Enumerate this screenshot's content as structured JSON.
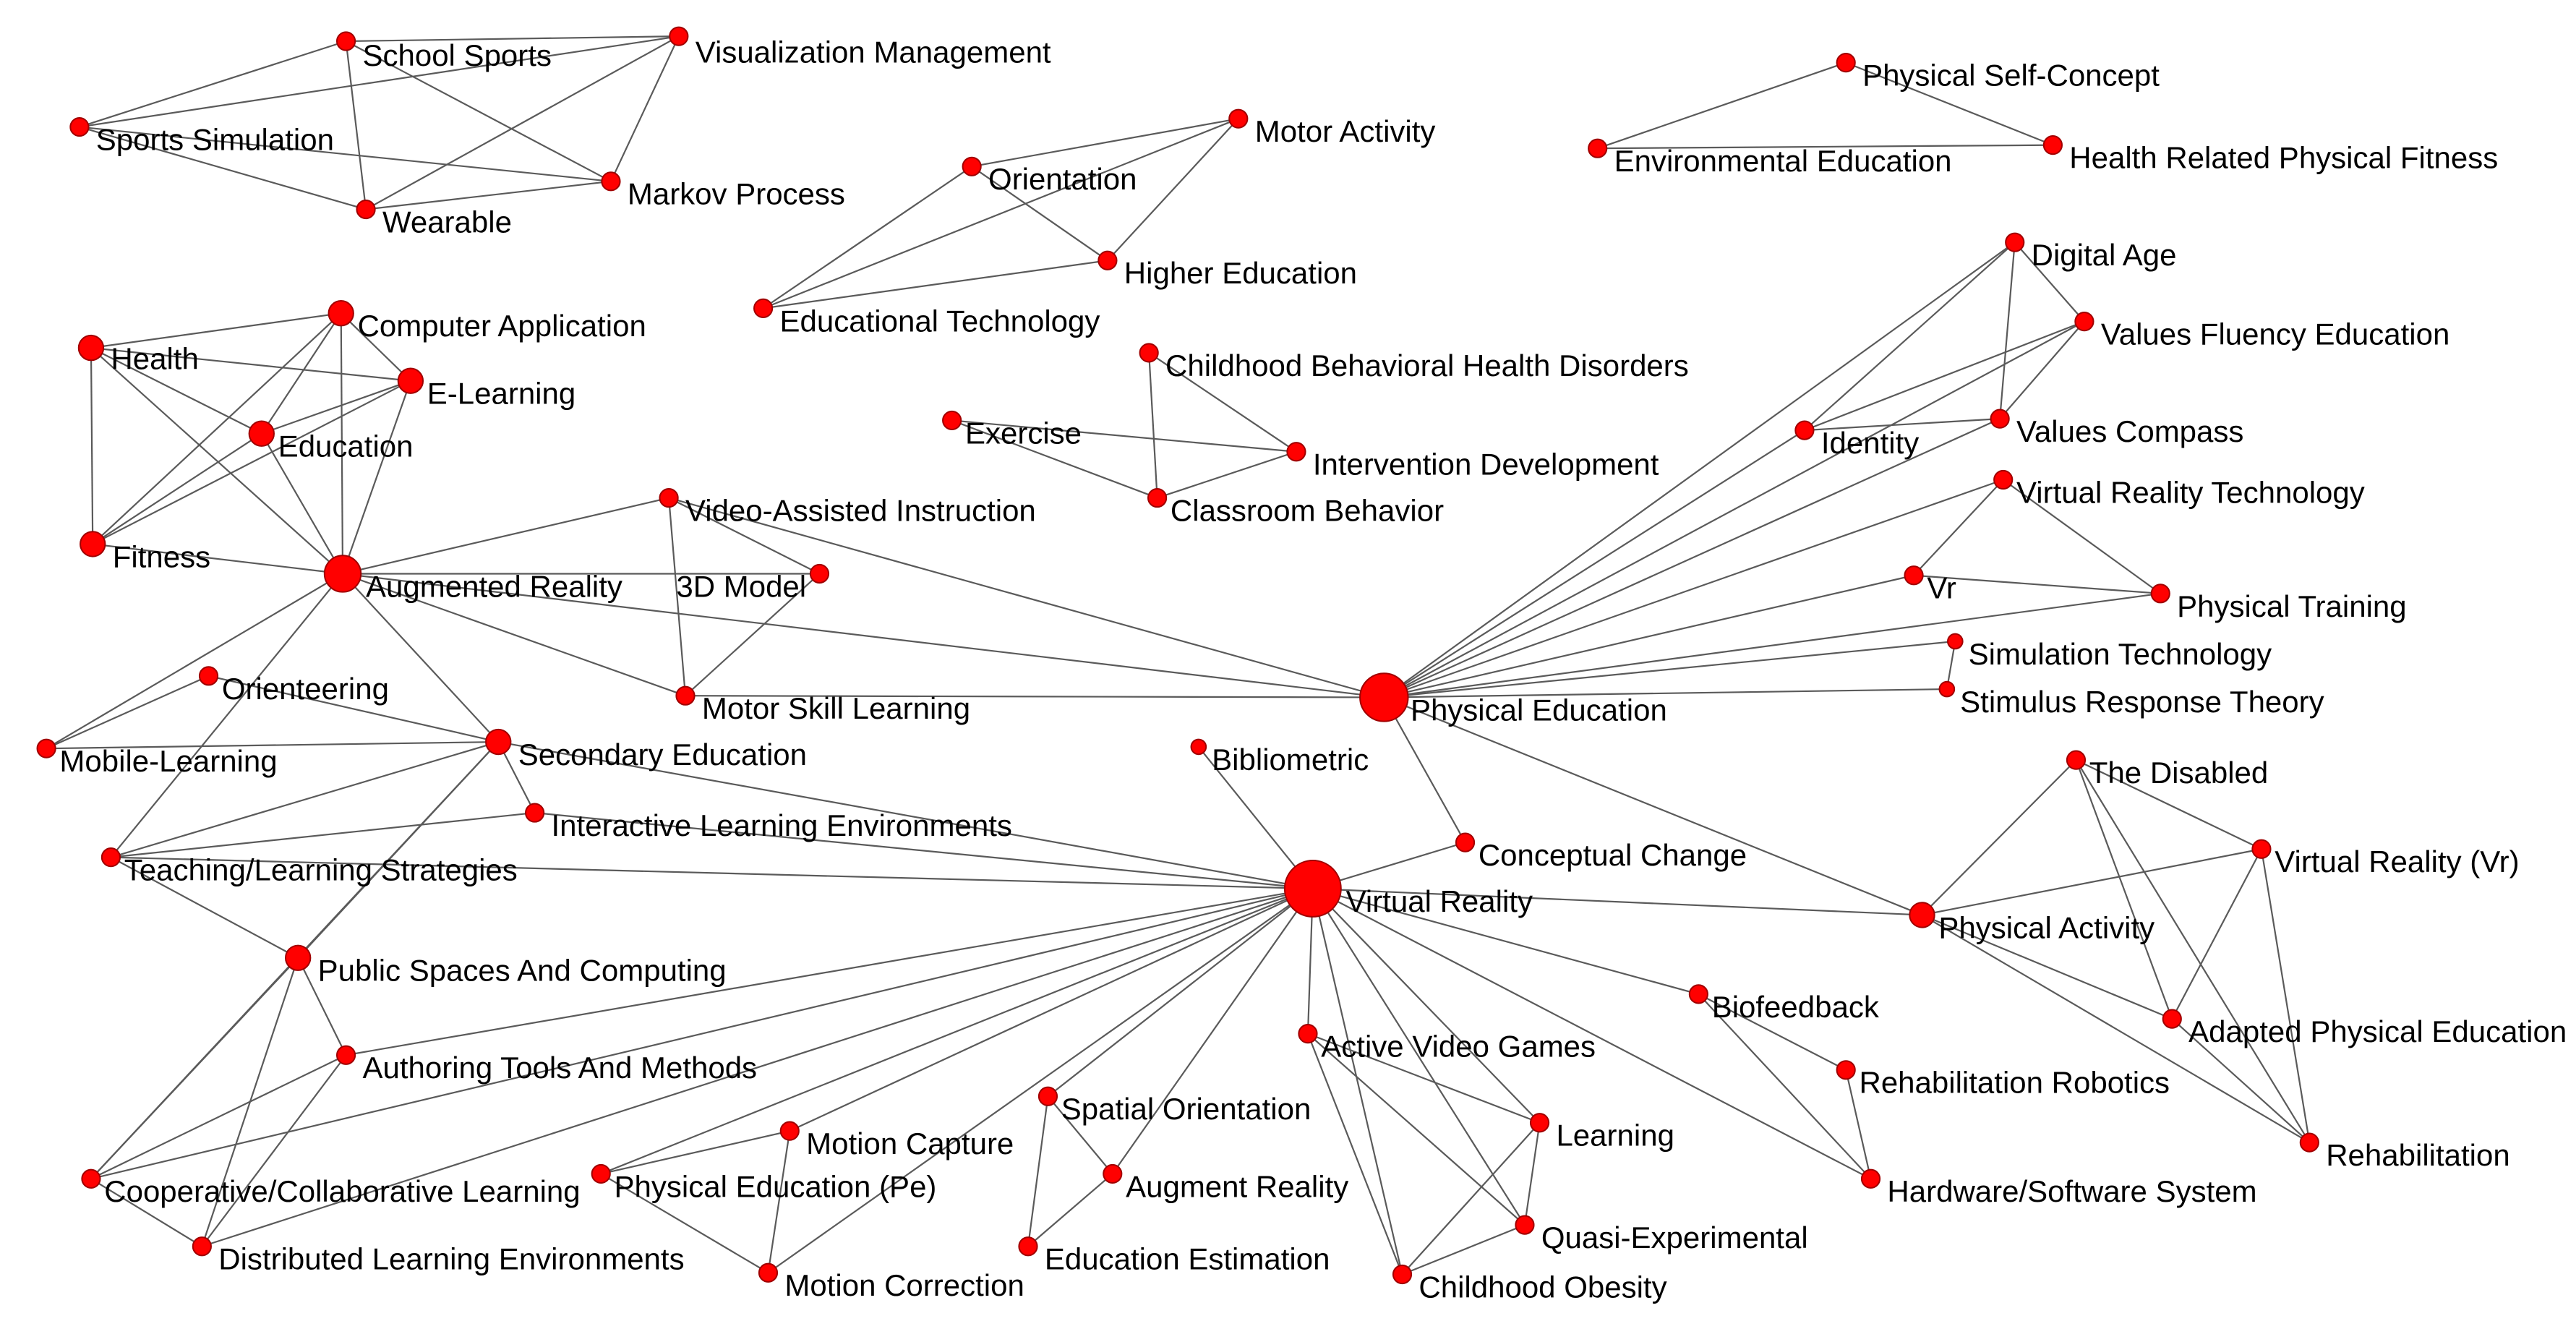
{
  "style": {
    "node_color": "#ff0000",
    "edge_color": "#5a5a5a",
    "strong_edge_color": "#000000"
  },
  "nodes": [
    {
      "id": "school-sports",
      "label": "School Sports",
      "size": "small"
    },
    {
      "id": "visualization-management",
      "label": "Visualization Management",
      "size": "small"
    },
    {
      "id": "sports-simulation",
      "label": "Sports Simulation",
      "size": "small"
    },
    {
      "id": "markov-process",
      "label": "Markov Process",
      "size": "small"
    },
    {
      "id": "wearable",
      "label": "Wearable",
      "size": "small"
    },
    {
      "id": "motor-activity",
      "label": "Motor Activity",
      "size": "small"
    },
    {
      "id": "orientation",
      "label": "Orientation",
      "size": "small"
    },
    {
      "id": "higher-education",
      "label": "Higher Education",
      "size": "small"
    },
    {
      "id": "educational-technology",
      "label": "Educational Technology",
      "size": "small"
    },
    {
      "id": "physical-self-concept",
      "label": "Physical Self-Concept",
      "size": "small"
    },
    {
      "id": "environmental-education",
      "label": "Environmental Education",
      "size": "small"
    },
    {
      "id": "health-related-physical-fitness",
      "label": "Health Related Physical Fitness",
      "size": "small"
    },
    {
      "id": "computer-application",
      "label": "Computer Application",
      "size": "medium"
    },
    {
      "id": "health",
      "label": "Health",
      "size": "medium"
    },
    {
      "id": "e-learning",
      "label": "E-Learning",
      "size": "medium"
    },
    {
      "id": "education",
      "label": "Education",
      "size": "medium"
    },
    {
      "id": "fitness",
      "label": "Fitness",
      "size": "medium"
    },
    {
      "id": "augmented-reality",
      "label": "Augmented Reality",
      "size": "large"
    },
    {
      "id": "video-assisted-instruction",
      "label": "Video-Assisted Instruction",
      "size": "small"
    },
    {
      "id": "3d-model",
      "label": "3D Model",
      "size": "small"
    },
    {
      "id": "motor-skill-learning",
      "label": "Motor Skill Learning",
      "size": "small"
    },
    {
      "id": "orienteering",
      "label": "Orienteering",
      "size": "small"
    },
    {
      "id": "mobile-learning",
      "label": "Mobile-Learning",
      "size": "small"
    },
    {
      "id": "secondary-education",
      "label": "Secondary Education",
      "size": "medium"
    },
    {
      "id": "interactive-learning-environments",
      "label": "Interactive Learning Environments",
      "size": "small"
    },
    {
      "id": "teaching-learning-strategies",
      "label": "Teaching/Learning Strategies",
      "size": "small"
    },
    {
      "id": "public-spaces-and-computing",
      "label": "Public Spaces And Computing",
      "size": "medium"
    },
    {
      "id": "authoring-tools-and-methods",
      "label": "Authoring Tools And Methods",
      "size": "small"
    },
    {
      "id": "cooperative-collaborative-learning",
      "label": "Cooperative/Collaborative Learning",
      "size": "small"
    },
    {
      "id": "distributed-learning-environments",
      "label": "Distributed Learning Environments",
      "size": "small"
    },
    {
      "id": "childhood-behavioral-health-disorders",
      "label": "Childhood Behavioral Health Disorders",
      "size": "small"
    },
    {
      "id": "exercise",
      "label": "Exercise",
      "size": "small"
    },
    {
      "id": "intervention-development",
      "label": "Intervention Development",
      "size": "small"
    },
    {
      "id": "classroom-behavior",
      "label": "Classroom Behavior",
      "size": "small"
    },
    {
      "id": "digital-age",
      "label": "Digital Age",
      "size": "small"
    },
    {
      "id": "values-fluency-education",
      "label": "Values Fluency Education",
      "size": "small"
    },
    {
      "id": "identity",
      "label": "Identity",
      "size": "small"
    },
    {
      "id": "values-compass",
      "label": "Values Compass",
      "size": "small"
    },
    {
      "id": "virtual-reality-technology",
      "label": "Virtual Reality Technology",
      "size": "small"
    },
    {
      "id": "vr",
      "label": "Vr",
      "size": "small"
    },
    {
      "id": "physical-training",
      "label": "Physical Training",
      "size": "small"
    },
    {
      "id": "simulation-technology",
      "label": "Simulation Technology",
      "size": "tiny"
    },
    {
      "id": "stimulus-response-theory",
      "label": "Stimulus Response Theory",
      "size": "tiny"
    },
    {
      "id": "physical-education",
      "label": "Physical Education",
      "size": "xlarge"
    },
    {
      "id": "bibliometric",
      "label": "Bibliometric",
      "size": "tiny"
    },
    {
      "id": "virtual-reality",
      "label": "Virtual Reality",
      "size": "xxlarge"
    },
    {
      "id": "conceptual-change",
      "label": "Conceptual Change",
      "size": "small"
    },
    {
      "id": "the-disabled",
      "label": "The Disabled",
      "size": "small"
    },
    {
      "id": "virtual-reality-vr",
      "label": "Virtual Reality (Vr)",
      "size": "small"
    },
    {
      "id": "physical-activity",
      "label": "Physical Activity",
      "size": "medium"
    },
    {
      "id": "adapted-physical-education",
      "label": "Adapted Physical Education",
      "size": "small"
    },
    {
      "id": "rehabilitation",
      "label": "Rehabilitation",
      "size": "small"
    },
    {
      "id": "biofeedback",
      "label": "Biofeedback",
      "size": "small"
    },
    {
      "id": "rehabilitation-robotics",
      "label": "Rehabilitation Robotics",
      "size": "small"
    },
    {
      "id": "hardware-software-system",
      "label": "Hardware/Software System",
      "size": "small"
    },
    {
      "id": "active-video-games",
      "label": "Active Video Games",
      "size": "small"
    },
    {
      "id": "learning",
      "label": "Learning",
      "size": "small"
    },
    {
      "id": "quasi-experimental",
      "label": "Quasi-Experimental",
      "size": "small"
    },
    {
      "id": "childhood-obesity",
      "label": "Childhood Obesity",
      "size": "small"
    },
    {
      "id": "spatial-orientation",
      "label": "Spatial Orientation",
      "size": "small"
    },
    {
      "id": "augment-reality",
      "label": "Augment Reality",
      "size": "small"
    },
    {
      "id": "education-estimation",
      "label": "Education Estimation",
      "size": "small"
    },
    {
      "id": "motion-capture",
      "label": "Motion Capture",
      "size": "small"
    },
    {
      "id": "physical-education-pe",
      "label": "Physical Education (Pe)",
      "size": "small"
    },
    {
      "id": "motion-correction",
      "label": "Motion Correction",
      "size": "small"
    }
  ],
  "edges": [
    [
      "school-sports",
      "visualization-management"
    ],
    [
      "school-sports",
      "sports-simulation"
    ],
    [
      "school-sports",
      "wearable"
    ],
    [
      "school-sports",
      "markov-process"
    ],
    [
      "visualization-management",
      "sports-simulation"
    ],
    [
      "visualization-management",
      "wearable"
    ],
    [
      "visualization-management",
      "markov-process"
    ],
    [
      "sports-simulation",
      "markov-process"
    ],
    [
      "sports-simulation",
      "wearable"
    ],
    [
      "wearable",
      "markov-process"
    ],
    [
      "orientation",
      "motor-activity"
    ],
    [
      "orientation",
      "higher-education"
    ],
    [
      "orientation",
      "educational-technology"
    ],
    [
      "motor-activity",
      "educational-technology"
    ],
    [
      "motor-activity",
      "higher-education"
    ],
    [
      "educational-technology",
      "higher-education"
    ],
    [
      "physical-self-concept",
      "environmental-education"
    ],
    [
      "physical-self-concept",
      "health-related-physical-fitness"
    ],
    [
      "environmental-education",
      "health-related-physical-fitness"
    ],
    [
      "health",
      "computer-application"
    ],
    [
      "health",
      "e-learning"
    ],
    [
      "health",
      "education"
    ],
    [
      "health",
      "fitness"
    ],
    [
      "health",
      "augmented-reality"
    ],
    [
      "computer-application",
      "education"
    ],
    [
      "computer-application",
      "fitness"
    ],
    [
      "computer-application",
      "augmented-reality"
    ],
    [
      "computer-application",
      "e-learning"
    ],
    [
      "e-learning",
      "education"
    ],
    [
      "e-learning",
      "fitness"
    ],
    [
      "e-learning",
      "augmented-reality"
    ],
    [
      "education",
      "fitness"
    ],
    [
      "education",
      "augmented-reality"
    ],
    [
      "fitness",
      "augmented-reality"
    ],
    [
      "augmented-reality",
      "video-assisted-instruction"
    ],
    [
      "augmented-reality",
      "3d-model"
    ],
    [
      "augmented-reality",
      "motor-skill-learning"
    ],
    [
      "augmented-reality",
      "mobile-learning"
    ],
    [
      "augmented-reality",
      "teaching-learning-strategies"
    ],
    [
      "augmented-reality",
      "secondary-education"
    ],
    [
      "augmented-reality",
      "physical-education"
    ],
    [
      "video-assisted-instruction",
      "motor-skill-learning"
    ],
    [
      "video-assisted-instruction",
      "3d-model"
    ],
    [
      "video-assisted-instruction",
      "physical-education"
    ],
    [
      "3d-model",
      "motor-skill-learning"
    ],
    [
      "motor-skill-learning",
      "physical-education"
    ],
    [
      "orienteering",
      "mobile-learning"
    ],
    [
      "orienteering",
      "secondary-education"
    ],
    [
      "mobile-learning",
      "secondary-education"
    ],
    [
      "secondary-education",
      "teaching-learning-strategies"
    ],
    [
      "secondary-education",
      "interactive-learning-environments"
    ],
    [
      "secondary-education",
      "public-spaces-and-computing"
    ],
    [
      "secondary-education",
      "cooperative-collaborative-learning"
    ],
    [
      "secondary-education",
      "virtual-reality"
    ],
    [
      "interactive-learning-environments",
      "teaching-learning-strategies"
    ],
    [
      "interactive-learning-environments",
      "virtual-reality"
    ],
    [
      "teaching-learning-strategies",
      "public-spaces-and-computing"
    ],
    [
      "teaching-learning-strategies",
      "virtual-reality"
    ],
    [
      "public-spaces-and-computing",
      "authoring-tools-and-methods"
    ],
    [
      "public-spaces-and-computing",
      "cooperative-collaborative-learning"
    ],
    [
      "public-spaces-and-computing",
      "distributed-learning-environments"
    ],
    [
      "authoring-tools-and-methods",
      "cooperative-collaborative-learning"
    ],
    [
      "authoring-tools-and-methods",
      "distributed-learning-environments"
    ],
    [
      "authoring-tools-and-methods",
      "virtual-reality"
    ],
    [
      "cooperative-collaborative-learning",
      "distributed-learning-environments"
    ],
    [
      "cooperative-collaborative-learning",
      "virtual-reality"
    ],
    [
      "distributed-learning-environments",
      "virtual-reality"
    ],
    [
      "childhood-behavioral-health-disorders",
      "intervention-development"
    ],
    [
      "childhood-behavioral-health-disorders",
      "classroom-behavior"
    ],
    [
      "exercise",
      "intervention-development"
    ],
    [
      "exercise",
      "classroom-behavior"
    ],
    [
      "intervention-development",
      "classroom-behavior"
    ],
    [
      "digital-age",
      "values-fluency-education"
    ],
    [
      "digital-age",
      "identity"
    ],
    [
      "digital-age",
      "values-compass"
    ],
    [
      "digital-age",
      "physical-education"
    ],
    [
      "values-fluency-education",
      "identity"
    ],
    [
      "values-fluency-education",
      "values-compass"
    ],
    [
      "values-fluency-education",
      "physical-education"
    ],
    [
      "identity",
      "values-compass"
    ],
    [
      "identity",
      "physical-education"
    ],
    [
      "values-compass",
      "physical-education"
    ],
    [
      "virtual-reality-technology",
      "vr"
    ],
    [
      "virtual-reality-technology",
      "physical-training"
    ],
    [
      "virtual-reality-technology",
      "physical-education"
    ],
    [
      "vr",
      "physical-training"
    ],
    [
      "vr",
      "physical-education"
    ],
    [
      "physical-training",
      "physical-education"
    ],
    [
      "simulation-technology",
      "physical-education"
    ],
    [
      "simulation-technology",
      "stimulus-response-theory"
    ],
    [
      "stimulus-response-theory",
      "physical-education"
    ],
    [
      "physical-education",
      "conceptual-change"
    ],
    [
      "physical-education",
      "physical-activity"
    ],
    [
      "bibliometric",
      "virtual-reality"
    ],
    [
      "conceptual-change",
      "virtual-reality"
    ],
    [
      "virtual-reality",
      "physical-activity"
    ],
    [
      "virtual-reality",
      "biofeedback"
    ],
    [
      "virtual-reality",
      "hardware-software-system"
    ],
    [
      "virtual-reality",
      "active-video-games"
    ],
    [
      "virtual-reality",
      "learning"
    ],
    [
      "virtual-reality",
      "quasi-experimental"
    ],
    [
      "virtual-reality",
      "childhood-obesity"
    ],
    [
      "virtual-reality",
      "spatial-orientation"
    ],
    [
      "virtual-reality",
      "augment-reality"
    ],
    [
      "virtual-reality",
      "motion-capture"
    ],
    [
      "virtual-reality",
      "physical-education-pe"
    ],
    [
      "virtual-reality",
      "motion-correction"
    ],
    [
      "physical-activity",
      "the-disabled"
    ],
    [
      "physical-activity",
      "virtual-reality-vr"
    ],
    [
      "physical-activity",
      "adapted-physical-education"
    ],
    [
      "physical-activity",
      "rehabilitation"
    ],
    [
      "the-disabled",
      "adapted-physical-education"
    ],
    [
      "the-disabled",
      "rehabilitation"
    ],
    [
      "the-disabled",
      "virtual-reality-vr"
    ],
    [
      "virtual-reality-vr",
      "adapted-physical-education"
    ],
    [
      "virtual-reality-vr",
      "rehabilitation"
    ],
    [
      "adapted-physical-education",
      "rehabilitation"
    ],
    [
      "biofeedback",
      "rehabilitation-robotics"
    ],
    [
      "biofeedback",
      "hardware-software-system"
    ],
    [
      "rehabilitation-robotics",
      "hardware-software-system"
    ],
    [
      "active-video-games",
      "learning"
    ],
    [
      "active-video-games",
      "quasi-experimental"
    ],
    [
      "active-video-games",
      "childhood-obesity"
    ],
    [
      "learning",
      "quasi-experimental"
    ],
    [
      "learning",
      "childhood-obesity"
    ],
    [
      "quasi-experimental",
      "childhood-obesity"
    ],
    [
      "spatial-orientation",
      "augment-reality"
    ],
    [
      "spatial-orientation",
      "education-estimation"
    ],
    [
      "augment-reality",
      "education-estimation"
    ],
    [
      "motion-capture",
      "physical-education-pe"
    ],
    [
      "motion-capture",
      "motion-correction"
    ],
    [
      "physical-education-pe",
      "motion-correction"
    ]
  ],
  "strong_edges": [
    [
      "physical-education",
      "virtual-reality"
    ],
    [
      "virtual-reality",
      "public-spaces-and-computing"
    ]
  ]
}
